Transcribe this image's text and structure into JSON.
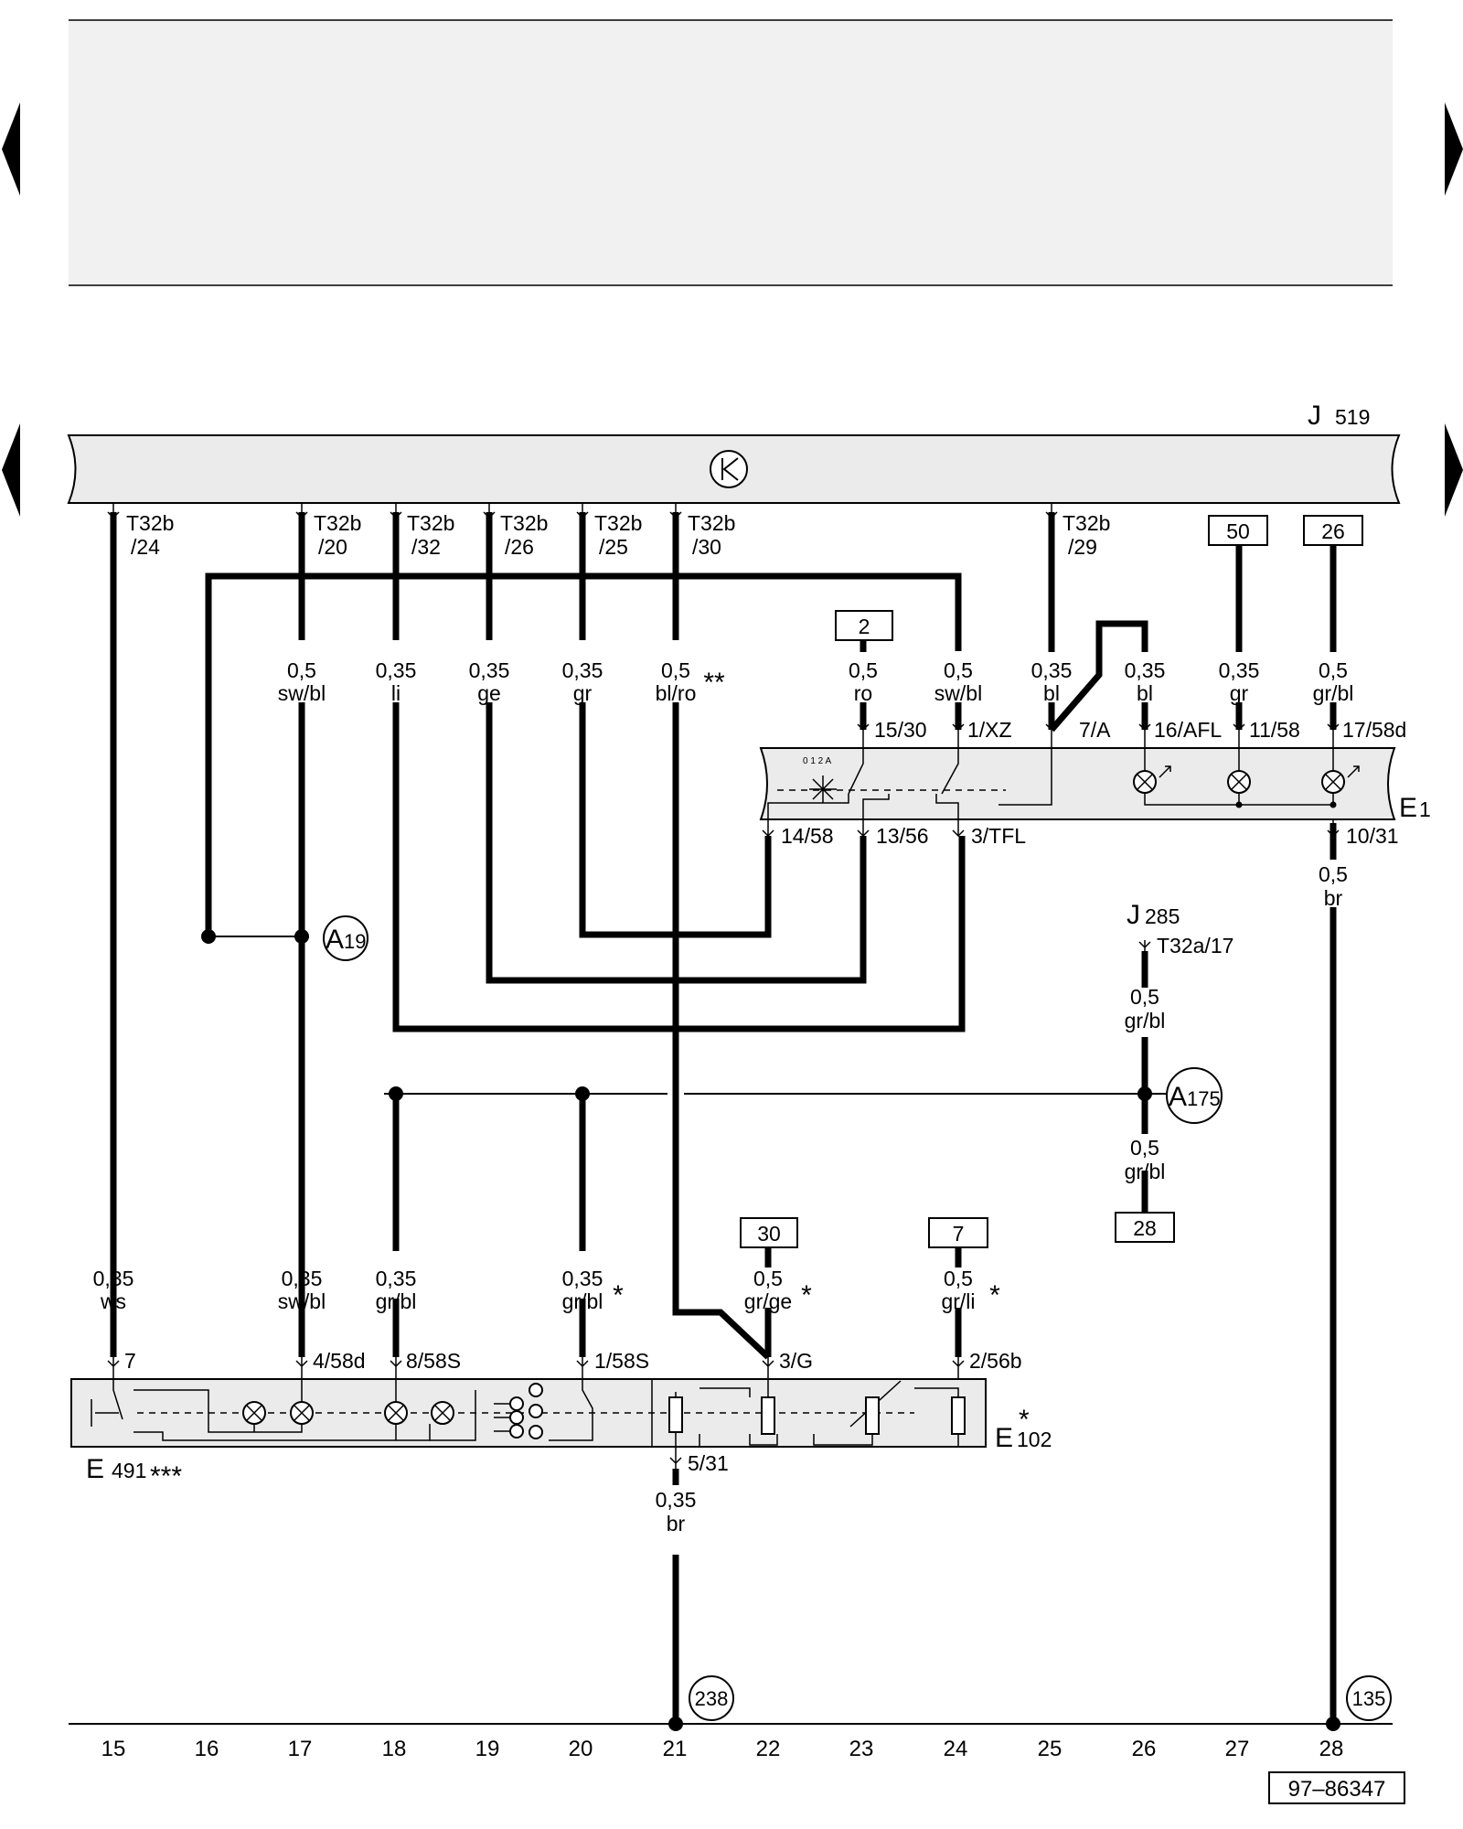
{
  "doc_number": "97–86347",
  "nav": {
    "prev_icon": "triangle-left-icon",
    "next_icon": "triangle-right-icon"
  },
  "components": {
    "j519": {
      "letter": "J",
      "number": "519"
    },
    "e1": {
      "letter": "E",
      "number": "1"
    },
    "e102": {
      "letter": "E",
      "number": "102",
      "mark": "*"
    },
    "e491": {
      "letter": "E",
      "number": "491",
      "mark": "***"
    },
    "j285": {
      "letter": "J",
      "number": "285",
      "connector": "T32a/17"
    }
  },
  "can_symbol": "K",
  "j519_pins": [
    {
      "name": "T32b",
      "pin": "/24"
    },
    {
      "name": "T32b",
      "pin": "/20"
    },
    {
      "name": "T32b",
      "pin": "/32"
    },
    {
      "name": "T32b",
      "pin": "/26"
    },
    {
      "name": "T32b",
      "pin": "/25"
    },
    {
      "name": "T32b",
      "pin": "/30"
    },
    {
      "name": "T32b",
      "pin": "/29"
    }
  ],
  "refs_top": [
    "50",
    "26",
    "2"
  ],
  "refs_bottom": [
    "30",
    "7",
    "28"
  ],
  "wire_upper": [
    {
      "size": "0,5",
      "color": "sw/bl",
      "mark": ""
    },
    {
      "size": "0,35",
      "color": "li",
      "mark": ""
    },
    {
      "size": "0,35",
      "color": "ge",
      "mark": ""
    },
    {
      "size": "0,35",
      "color": "gr",
      "mark": ""
    },
    {
      "size": "0,5",
      "color": "bl/ro",
      "mark": "**"
    },
    {
      "size": "0,5",
      "color": "ro",
      "mark": ""
    },
    {
      "size": "0,5",
      "color": "sw/bl",
      "mark": ""
    },
    {
      "size": "0,35",
      "color": "bl",
      "mark": ""
    },
    {
      "size": "0,35",
      "color": "bl",
      "mark": ""
    },
    {
      "size": "0,35",
      "color": "gr",
      "mark": ""
    },
    {
      "size": "0,5",
      "color": "gr/bl",
      "mark": ""
    }
  ],
  "e1_pins_top": [
    "15/30",
    "1/XZ",
    "7/A",
    "16/AFL",
    "11/58",
    "17/58d"
  ],
  "e1_pins_bottom": [
    "14/58",
    "13/56",
    "3/TFL",
    "10/31"
  ],
  "e1_scale": "0 1 2 A",
  "wire_e1_ground": {
    "size": "0,5",
    "color": "br"
  },
  "wire_j285": [
    {
      "size": "0,5",
      "color": "gr/bl"
    },
    {
      "size": "0,5",
      "color": "gr/bl"
    }
  ],
  "junctions": [
    {
      "letter": "A",
      "number": "19"
    },
    {
      "letter": "A",
      "number": "175"
    }
  ],
  "wire_lower": [
    {
      "size": "0,35",
      "color": "ws",
      "mark": ""
    },
    {
      "size": "0,35",
      "color": "sw/bl",
      "mark": ""
    },
    {
      "size": "0,35",
      "color": "gr/bl",
      "mark": ""
    },
    {
      "size": "0,35",
      "color": "gr/bl",
      "mark": "*"
    },
    {
      "size": "0,5",
      "color": "gr/ge",
      "mark": "*"
    },
    {
      "size": "0,5",
      "color": "gr/li",
      "mark": "*"
    }
  ],
  "e102_pins": [
    "7",
    "4/58d",
    "8/58S",
    "1/58S",
    "3/G",
    "2/56b",
    "5/31"
  ],
  "wire_e102_ground": {
    "size": "0,35",
    "color": "br"
  },
  "continuations": [
    "238",
    "135"
  ],
  "grid_numbers": [
    "15",
    "16",
    "17",
    "18",
    "19",
    "20",
    "21",
    "22",
    "23",
    "24",
    "25",
    "26",
    "27",
    "28"
  ]
}
